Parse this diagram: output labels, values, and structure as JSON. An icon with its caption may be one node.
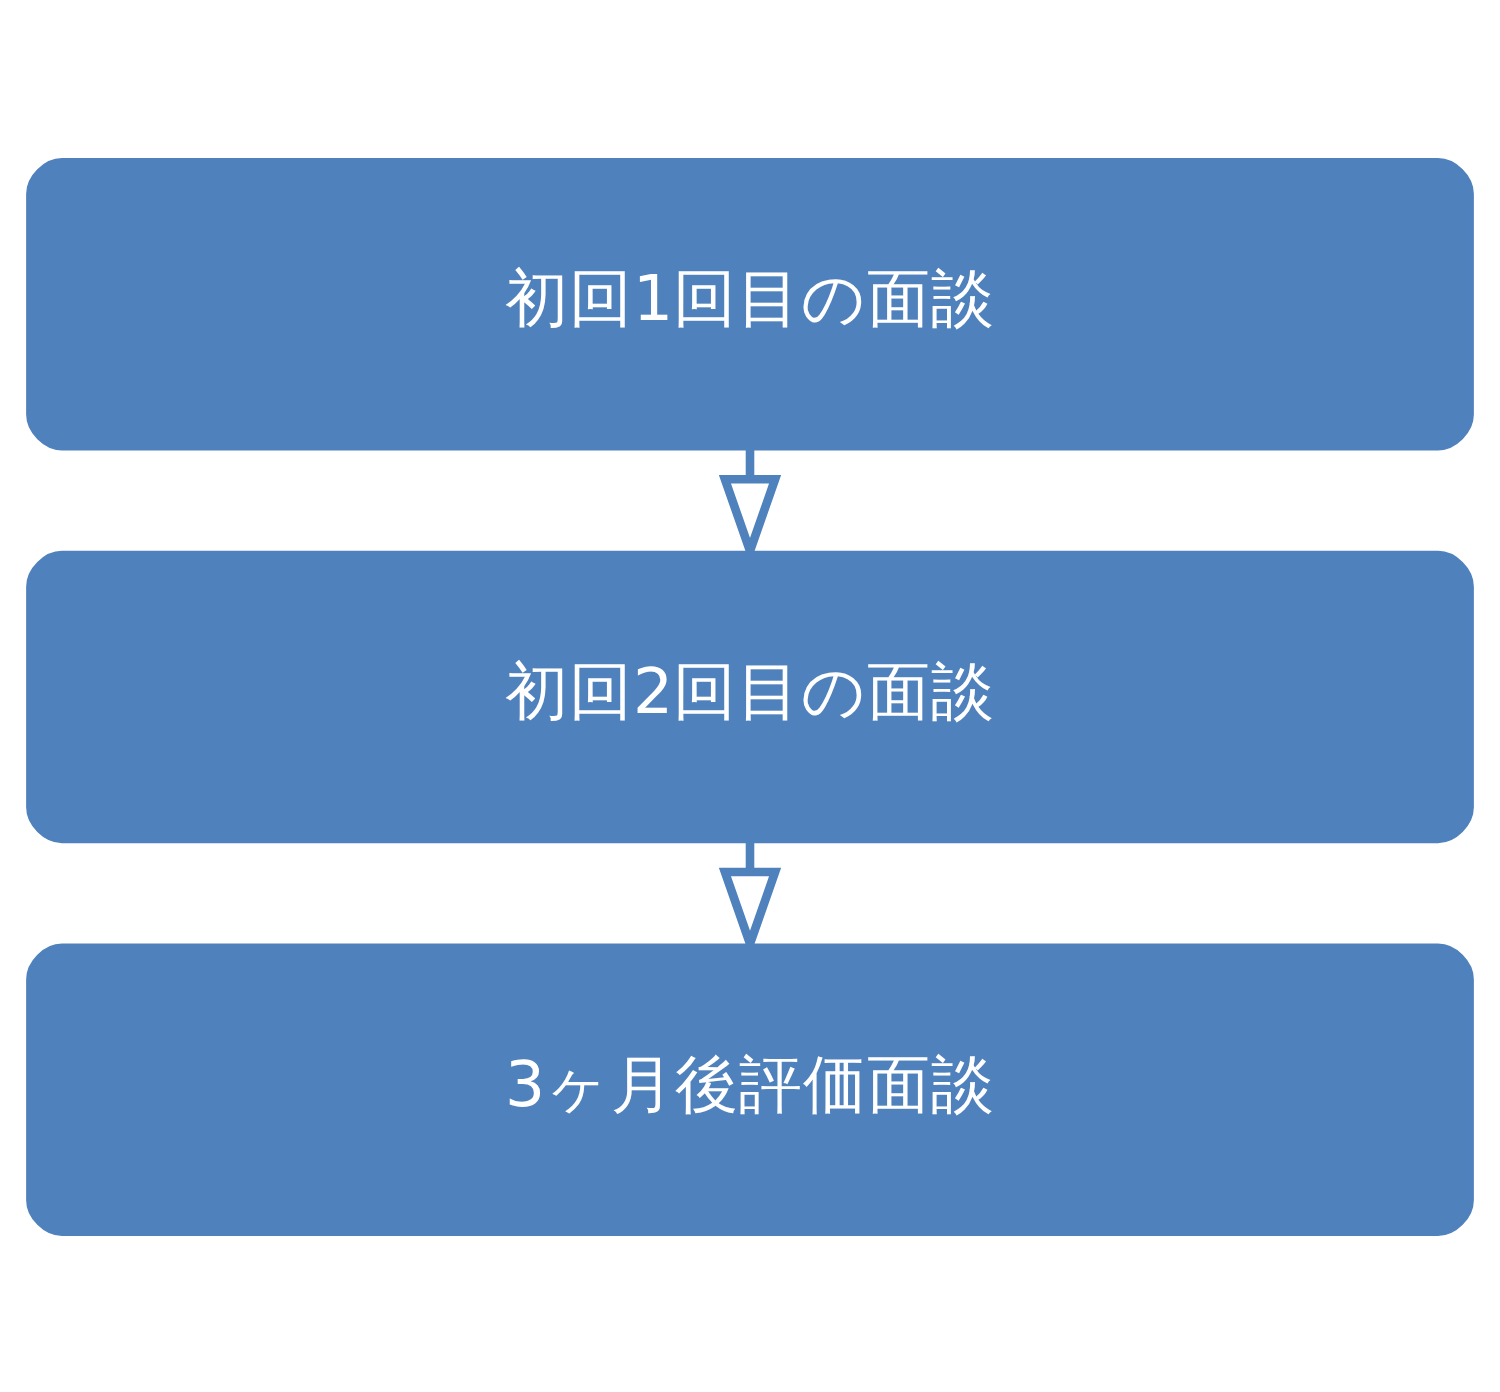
{
  "diagram": {
    "nodes": [
      {
        "text": [
          "初回1回目の面談"
        ]
      },
      {
        "text": [
          "初回2回目の面談"
        ]
      },
      {
        "text": [
          "3ヶ月後評価面談"
        ]
      }
    ],
    "edges": [
      {
        "from": 0,
        "to": 1,
        "arrow": "to"
      },
      {
        "from": 1,
        "to": 2,
        "arrow": "to"
      }
    ]
  }
}
